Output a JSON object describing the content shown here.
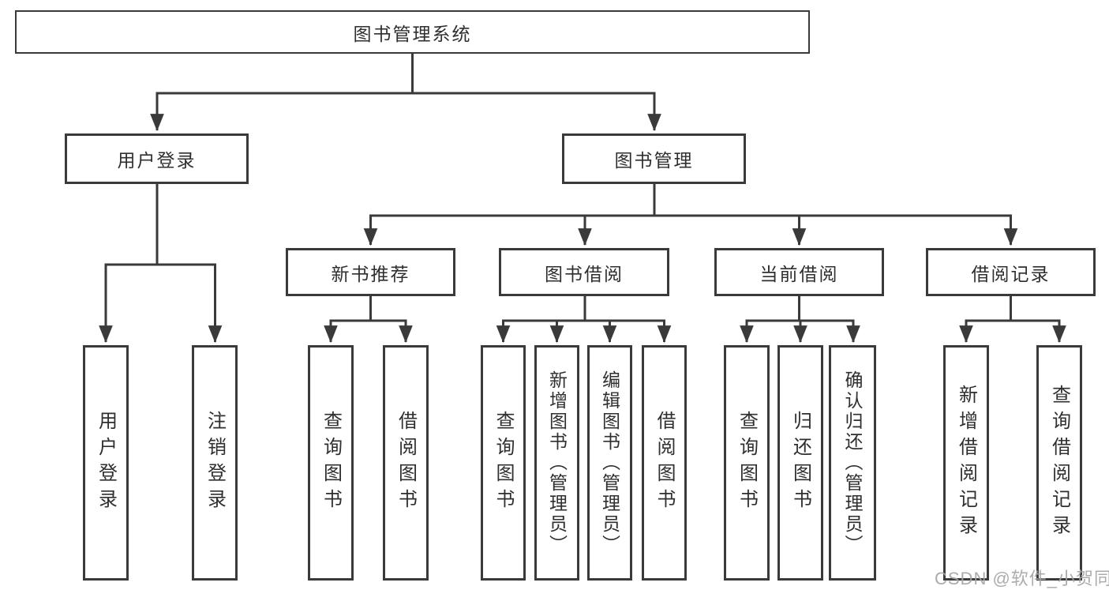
{
  "diagram": {
    "type": "hierarchy-diagram",
    "watermark": "CSDN @软件_小贺同学",
    "colors": {
      "line": "#3a3a3a",
      "box_border": "#3a3a3a",
      "text": "#2f2f2f",
      "watermark": "#a5a5a5",
      "background": "#ffffff"
    },
    "nodes": {
      "root": {
        "label": "图书管理系统"
      },
      "user_login": {
        "label": "用户登录"
      },
      "book_manage": {
        "label": "图书管理"
      },
      "new_book_rec": {
        "label": "新书推荐"
      },
      "book_borrow": {
        "label": "图书借阅"
      },
      "current_borrow": {
        "label": "当前借阅"
      },
      "borrow_record": {
        "label": "借阅记录"
      },
      "leaf_login": {
        "label": "用户登录"
      },
      "leaf_logout": {
        "label": "注销登录"
      },
      "leaf_nb_query": {
        "label": "查询图书"
      },
      "leaf_nb_borrow": {
        "label": "借阅图书"
      },
      "leaf_bb_query": {
        "label": "查询图书"
      },
      "leaf_bb_add": {
        "label": "新增图书（管理员）"
      },
      "leaf_bb_edit": {
        "label": "编辑图书（管理员）"
      },
      "leaf_bb_borrow": {
        "label": "借阅图书"
      },
      "leaf_cb_query": {
        "label": "查询图书"
      },
      "leaf_cb_return": {
        "label": "归还图书"
      },
      "leaf_cb_confirm": {
        "label": "确认归还（管理员）"
      },
      "leaf_br_add": {
        "label": "新增借阅记录"
      },
      "leaf_br_query": {
        "label": "查询借阅记录"
      }
    },
    "hierarchy": {
      "图书管理系统": [
        "用户登录",
        "图书管理"
      ],
      "用户登录": [
        "用户登录",
        "注销登录"
      ],
      "图书管理": [
        "新书推荐",
        "图书借阅",
        "当前借阅",
        "借阅记录"
      ],
      "新书推荐": [
        "查询图书",
        "借阅图书"
      ],
      "图书借阅": [
        "查询图书",
        "新增图书（管理员）",
        "编辑图书（管理员）",
        "借阅图书"
      ],
      "当前借阅": [
        "查询图书",
        "归还图书",
        "确认归还（管理员）"
      ],
      "借阅记录": [
        "新增借阅记录",
        "查询借阅记录"
      ]
    }
  }
}
